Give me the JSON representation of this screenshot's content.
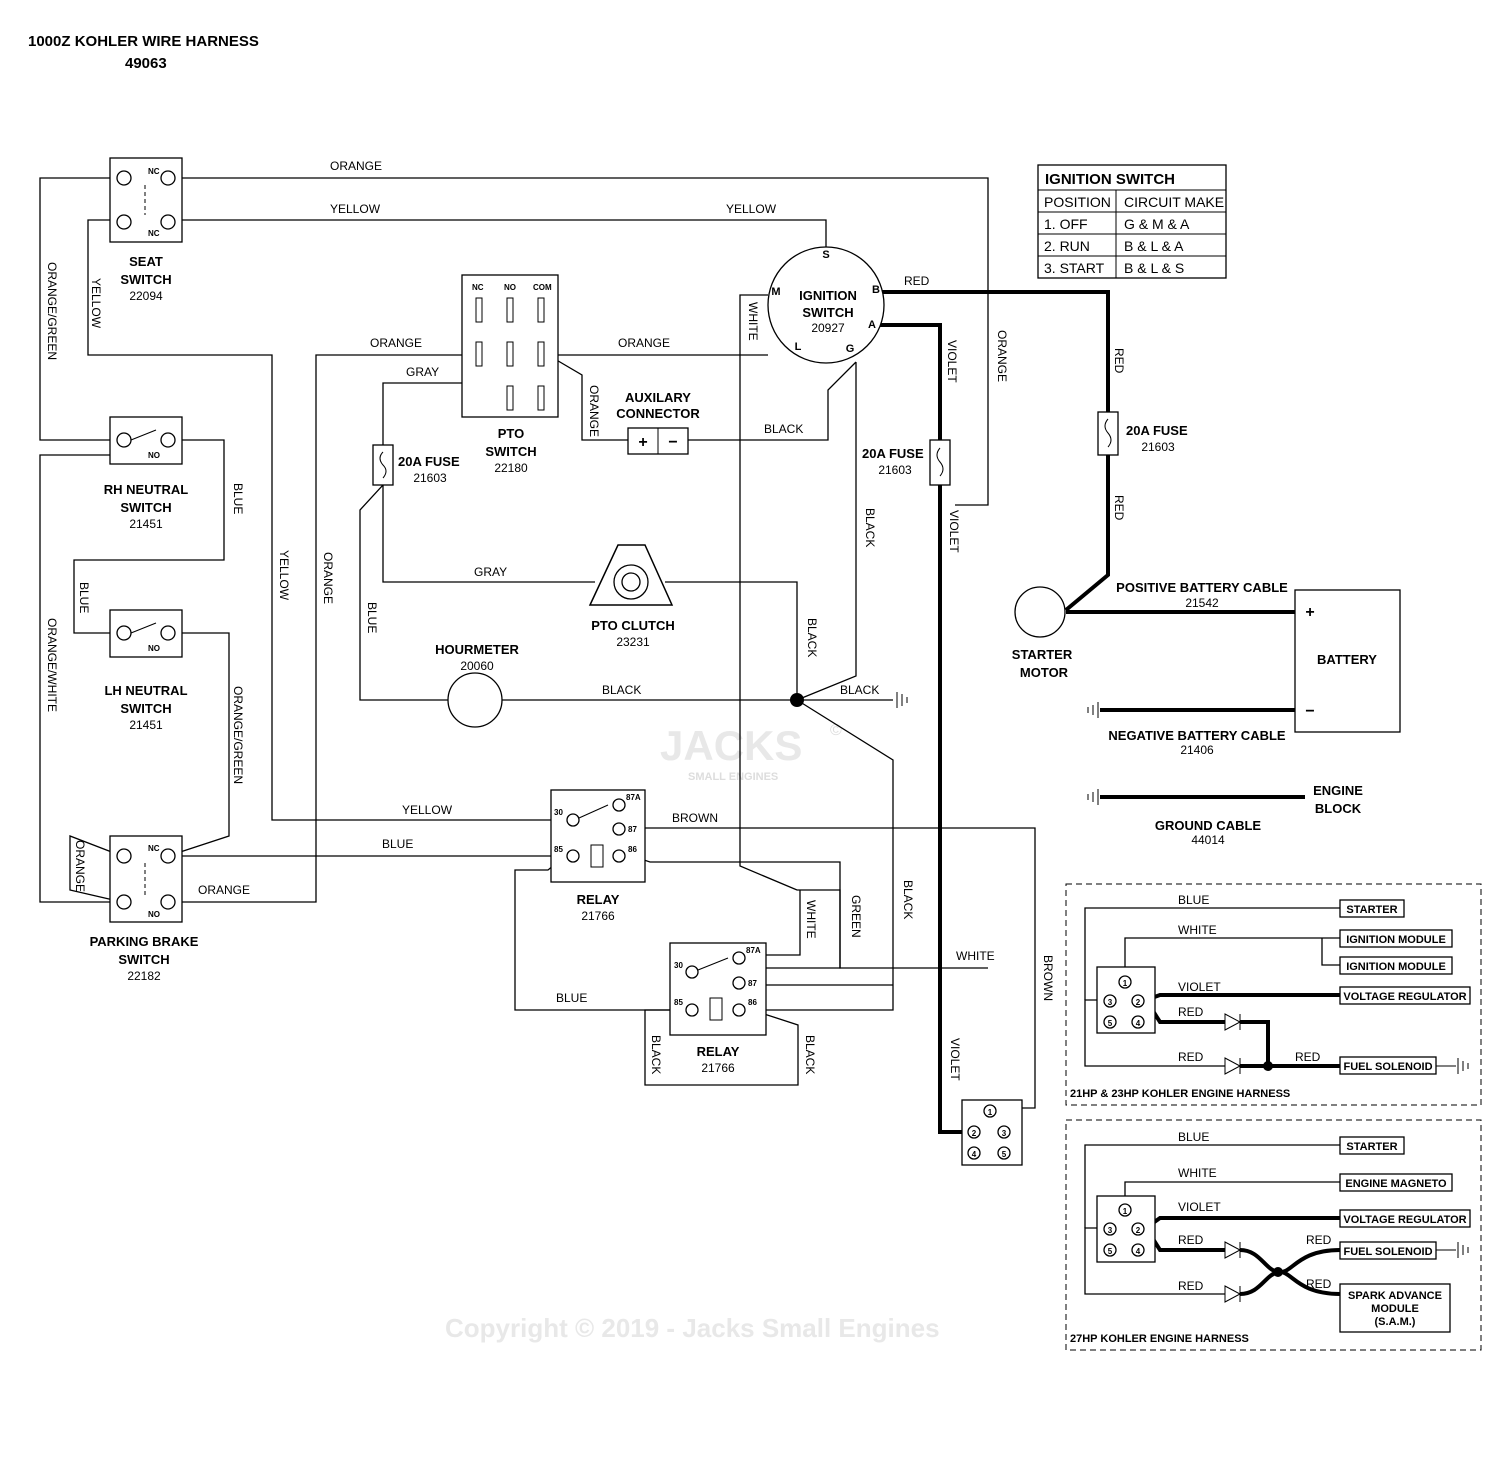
{
  "title": {
    "line1": "1000Z KOHLER WIRE HARNESS",
    "line2": "49063"
  },
  "ignition_table": {
    "heading": "IGNITION SWITCH",
    "headers": [
      "POSITION",
      "CIRCUIT MAKE"
    ],
    "rows": [
      [
        "1. OFF",
        "G & M & A"
      ],
      [
        "2. RUN",
        "B & L & A"
      ],
      [
        "3. START",
        "B & L & S"
      ]
    ]
  },
  "components": {
    "seat_switch": {
      "name1": "SEAT",
      "name2": "SWITCH",
      "num": "22094"
    },
    "rh_neutral": {
      "name1": "RH NEUTRAL",
      "name2": "SWITCH",
      "num": "21451"
    },
    "lh_neutral": {
      "name1": "LH NEUTRAL",
      "name2": "SWITCH",
      "num": "21451"
    },
    "parking_brake": {
      "name1": "PARKING BRAKE",
      "name2": "SWITCH",
      "num": "22182"
    },
    "pto_switch": {
      "name1": "PTO",
      "name2": "SWITCH",
      "num": "22180"
    },
    "aux_connector": {
      "name1": "AUXILARY",
      "name2": "CONNECTOR"
    },
    "ignition_switch": {
      "name1": "IGNITION",
      "name2": "SWITCH",
      "num": "20927"
    },
    "fuse_left": {
      "name": "20A FUSE",
      "num": "21603"
    },
    "fuse_mid": {
      "name": "20A FUSE",
      "num": "21603"
    },
    "fuse_right": {
      "name": "20A FUSE",
      "num": "21603"
    },
    "pto_clutch": {
      "name": "PTO CLUTCH",
      "num": "23231"
    },
    "hourmeter": {
      "name": "HOURMETER",
      "num": "20060"
    },
    "relay1": {
      "name": "RELAY",
      "num": "21766"
    },
    "relay2": {
      "name": "RELAY",
      "num": "21766"
    },
    "starter_motor": {
      "name1": "STARTER",
      "name2": "MOTOR"
    },
    "battery": {
      "name": "BATTERY",
      "plus": "+",
      "minus": "−"
    },
    "pos_cable": {
      "name": "POSITIVE BATTERY CABLE",
      "num": "21542"
    },
    "neg_cable": {
      "name": "NEGATIVE BATTERY CABLE",
      "num": "21406"
    },
    "ground_cable": {
      "name": "GROUND CABLE",
      "num": "44014"
    },
    "engine_block": {
      "name1": "ENGINE",
      "name2": "BLOCK"
    }
  },
  "terminals": {
    "nc": "NC",
    "no": "NO",
    "com": "COM",
    "s": "S",
    "b": "B",
    "a": "A",
    "m": "M",
    "l": "L",
    "g": "G",
    "r30": "30",
    "r87a": "87A",
    "r87": "87",
    "r85": "85",
    "r86": "86",
    "plus": "+",
    "minus": "−",
    "c1": "1",
    "c2": "2",
    "c3": "3",
    "c4": "4",
    "c5": "5"
  },
  "wires": {
    "orange": "ORANGE",
    "yellow": "YELLOW",
    "white": "WHITE",
    "red": "RED",
    "violet": "VIOLET",
    "gray": "GRAY",
    "black": "BLACK",
    "blue": "BLUE",
    "brown": "BROWN",
    "green": "GREEN",
    "orange_green": "ORANGE/GREEN",
    "orange_white": "ORANGE/WHITE"
  },
  "harness21": {
    "title": "21HP & 23HP KOHLER ENGINE HARNESS",
    "wires": {
      "blue": "BLUE",
      "white": "WHITE",
      "violet": "VIOLET",
      "red1": "RED",
      "red2": "RED",
      "red3": "RED"
    },
    "targets": [
      "STARTER",
      "IGNITION MODULE",
      "IGNITION MODULE",
      "VOLTAGE REGULATOR",
      "FUEL SOLENOID"
    ]
  },
  "harness27": {
    "title": "27HP KOHLER ENGINE HARNESS",
    "wires": {
      "blue": "BLUE",
      "white": "WHITE",
      "violet": "VIOLET",
      "red1": "RED",
      "red2": "RED",
      "red3": "RED",
      "red4": "RED"
    },
    "targets": [
      "STARTER",
      "ENGINE MAGNETO",
      "VOLTAGE REGULATOR",
      "FUEL SOLENOID"
    ],
    "sam": [
      "SPARK ADVANCE",
      "MODULE",
      "(S.A.M.)"
    ]
  },
  "watermark": {
    "copyright": "Copyright © 2019 - Jacks Small Engines",
    "logo": "JACKS",
    "logo_sub": "SMALL ENGINES",
    "logo_mark": "©"
  }
}
